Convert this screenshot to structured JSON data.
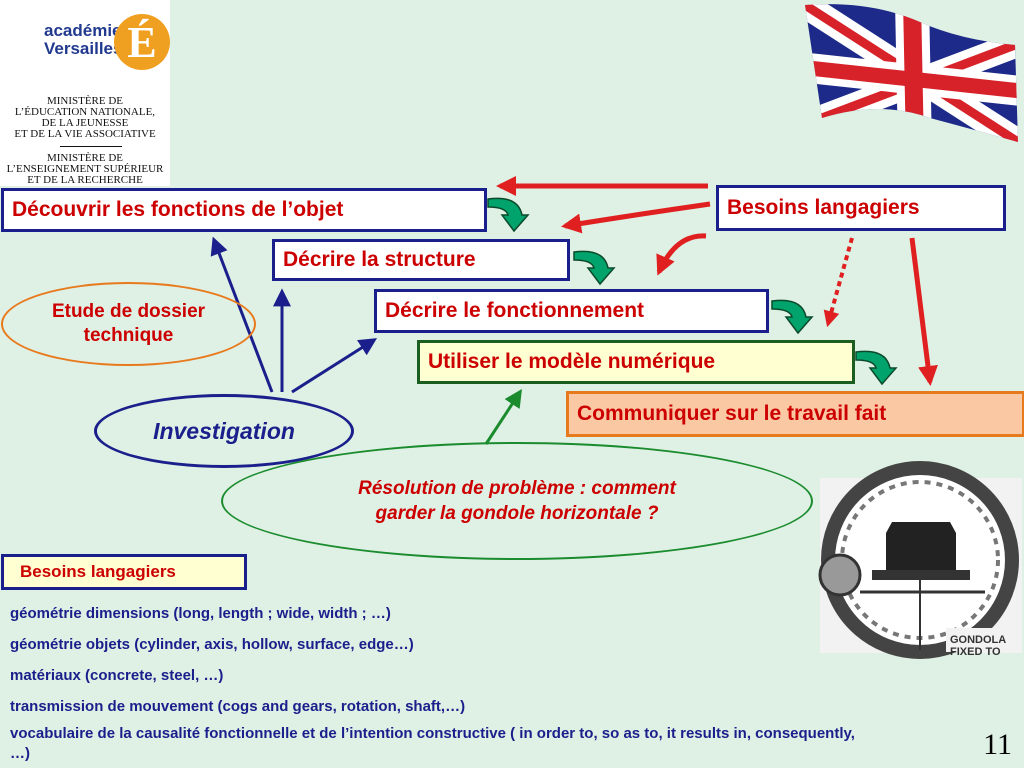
{
  "logo": {
    "academie": "académie",
    "versailles": "Versailles",
    "e_letter": "É",
    "ministry1": [
      "MINISTÈRE DE",
      "L’ÉDUCATION NATIONALE,",
      "DE LA JEUNESSE",
      "ET DE LA VIE ASSOCIATIVE"
    ],
    "ministry2": [
      "MINISTÈRE DE",
      "L’ENSEIGNEMENT SUPÉRIEUR",
      "ET DE LA RECHERCHE"
    ]
  },
  "steps": {
    "decouvrir": "Découvrir les fonctions de l’objet",
    "decrire_structure": "Décrire la structure",
    "decrire_fonctionnement": "Décrire le fonctionnement",
    "utiliser": "Utiliser le modèle numérique",
    "communiquer": "Communiquer sur le travail fait"
  },
  "besoins_header": "Besoins langagiers",
  "ovals": {
    "etude": "Etude de dossier technique",
    "investigation": "Investigation",
    "resolution_line1": "Résolution de problème :  comment",
    "resolution_line2": "garder la gondole horizontale ?"
  },
  "gondola_label_1": "GONDOLA",
  "gondola_label_2": "FIXED TO",
  "vocab": {
    "title": "Besoins langagiers",
    "items": [
      "géométrie dimensions    (long, length ; wide, width ;  …)",
      "géométrie objets   (cylinder, axis, hollow, surface, edge…)",
      "matériaux    (concrete, steel, …)",
      "transmission de mouvement    (cogs and gears, rotation, shaft,…)",
      "vocabulaire de la causalité fonctionnelle et de l’intention constructive ( in order to, so as to, it results in, consequently, …)"
    ]
  },
  "page_number": "11",
  "colors": {
    "background": "#dff0e4",
    "box_border": "#1a1f8c",
    "label_red": "#cc0000",
    "arrow_green": "#00a36c",
    "oval_orange": "#e87a1e",
    "oval_green": "#1a8c2e"
  }
}
